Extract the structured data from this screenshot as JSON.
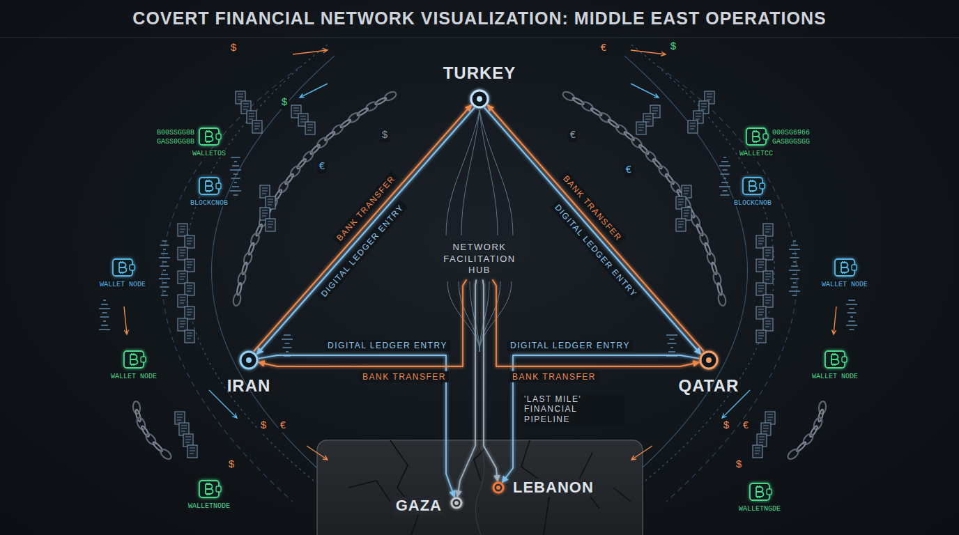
{
  "diagram": {
    "title": "COVERT FINANCIAL NETWORK VISUALIZATION: MIDDLE EAST OPERATIONS",
    "nodes": [
      {
        "text": [
          "TURKEY"
        ]
      },
      {
        "text": [
          "NETWORK FACILITATION HUB"
        ]
      },
      {
        "text": [
          "IRAN"
        ]
      },
      {
        "text": [
          "QATAR"
        ]
      },
      {
        "text": [
          "LEBANON"
        ]
      },
      {
        "text": [
          "GAZA"
        ]
      }
    ],
    "edges": [
      {
        "from": 2,
        "to": 0,
        "arrow": "to",
        "label": "BANK TRANSFER"
      },
      {
        "from": 0,
        "to": 2,
        "arrow": "to",
        "label": "DIGITAL LEDGER ENTRY"
      },
      {
        "from": 3,
        "to": 0,
        "arrow": "to",
        "label": "BANK TRANSFER"
      },
      {
        "from": 0,
        "to": 3,
        "arrow": "to",
        "label": "DIGITAL LEDGER ENTRY"
      },
      {
        "from": 0,
        "to": 1,
        "arrow": "none"
      },
      {
        "from": 2,
        "to": 5,
        "arrow": "to",
        "label": "DIGITAL LEDGER ENTRY"
      },
      {
        "from": 1,
        "to": 2,
        "arrow": "to",
        "label": "BANK TRANSFER"
      },
      {
        "from": 3,
        "to": 4,
        "arrow": "to",
        "label": "DIGITAL LEDGER ENTRY"
      },
      {
        "from": 1,
        "to": 3,
        "arrow": "to",
        "label": "BANK TRANSFER"
      },
      {
        "from": 1,
        "to": 5,
        "arrow": "to"
      },
      {
        "from": 1,
        "to": 4,
        "arrow": "to",
        "label": "'LAST MILE' FINANCIAL PIPELINE"
      }
    ],
    "labels": [
      "B00SSGG8B",
      "GASS0GG8B",
      "WALLETOS",
      "BLOCKCNOB",
      "WALLET NODE",
      "WALLET NODE",
      "WALLETNODE",
      "000SG6966",
      "GASBGGSGG",
      "WALLETCC",
      "BLOCKCNOB",
      "WALLET NODE",
      "WALLET NODE",
      "WALLETNGDE",
      "$",
      "$",
      "$",
      "€",
      "$",
      "€",
      "$",
      "€",
      "$",
      "€",
      "€",
      "$",
      "€",
      "$"
    ]
  }
}
